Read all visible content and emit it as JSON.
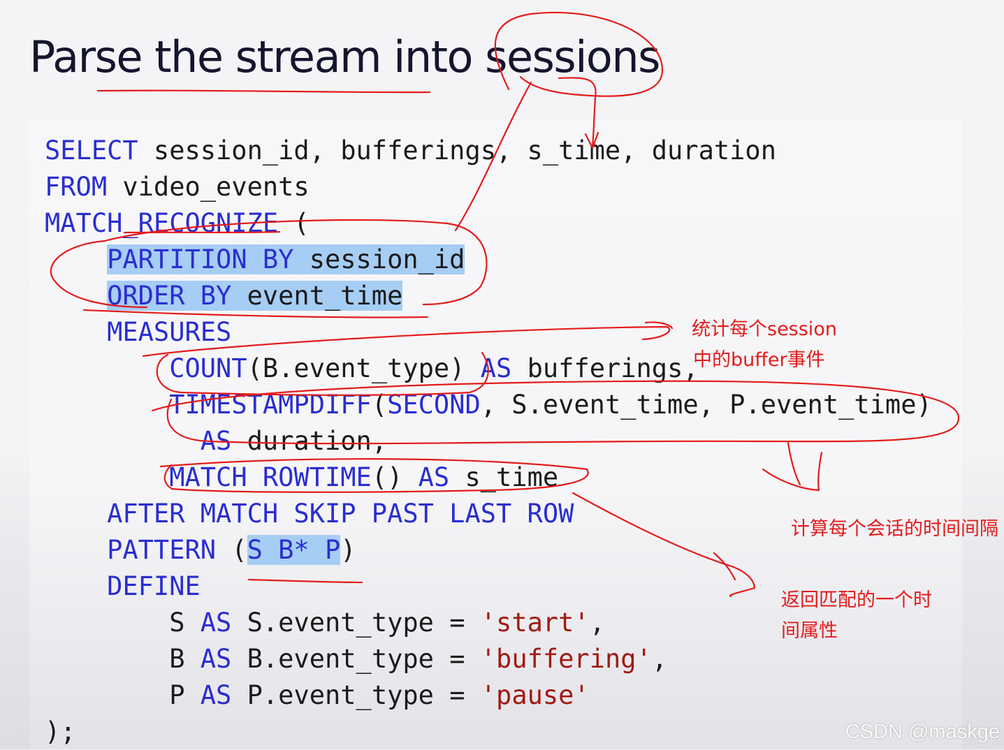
{
  "slide": {
    "title": "Parse the stream into sessions"
  },
  "code": {
    "l1": {
      "kw": "SELECT",
      "rest": " session_id, bufferings, s_time, duration"
    },
    "l2": {
      "kw": "FROM",
      "rest": " video_events"
    },
    "l3": {
      "kw": "MATCH_RECOGNIZE",
      "rest": " ("
    },
    "l4": {
      "indent": "    ",
      "kw1": "PARTITION BY",
      "rest": " session_id"
    },
    "l5": {
      "indent": "    ",
      "kw1": "ORDER BY",
      "rest": " event_time"
    },
    "l6": {
      "indent": "    ",
      "kw": "MEASURES"
    },
    "l7": {
      "indent": "        ",
      "kw1": "COUNT",
      "mid": "(B.event_type) ",
      "kw2": "AS",
      "rest": " bufferings,"
    },
    "l8": {
      "indent": "        ",
      "kw1": "TIMESTAMPDIFF",
      "p1": "(",
      "kw2": "SECOND",
      "rest": ", S.event_time, P.event_time)"
    },
    "l9": {
      "indent": "          ",
      "kw": "AS",
      "rest": " duration,"
    },
    "l10": {
      "indent": "        ",
      "kw1": "MATCH_ROWTIME",
      "mid": "() ",
      "kw2": "AS",
      "rest": " s_time"
    },
    "l11": {
      "indent": "    ",
      "kw": "AFTER MATCH SKIP PAST LAST ROW"
    },
    "l12": {
      "indent": "    ",
      "kw": "PATTERN",
      "p1": " (",
      "hl": "S B* P",
      "p2": ")"
    },
    "l13": {
      "indent": "    ",
      "kw": "DEFINE"
    },
    "l14": {
      "indent": "        ",
      "var": "S ",
      "kw": "AS",
      "mid": " S.event_type = ",
      "str": "'start'",
      "end": ","
    },
    "l15": {
      "indent": "        ",
      "var": "B ",
      "kw": "AS",
      "mid": " B.event_type = ",
      "str": "'buffering'",
      "end": ","
    },
    "l16": {
      "indent": "        ",
      "var": "P ",
      "kw": "AS",
      "mid": " P.event_type = ",
      "str": "'pause'",
      "end": ""
    },
    "l17": {
      "text": ");"
    }
  },
  "annotations": {
    "count_note_line1": "统计每个session",
    "count_note_line2": "中的buffer事件",
    "duration_note": "计算每个会话的时间间隔",
    "rowtime_note_line1": "返回匹配的一个时",
    "rowtime_note_line2": "间属性"
  },
  "colors": {
    "keyword": "#2a2ed0",
    "string": "#a11a12",
    "highlight": "#a6cdf4",
    "annotation_ink": "#e41b1b"
  },
  "watermark": "CSDN @maskge"
}
